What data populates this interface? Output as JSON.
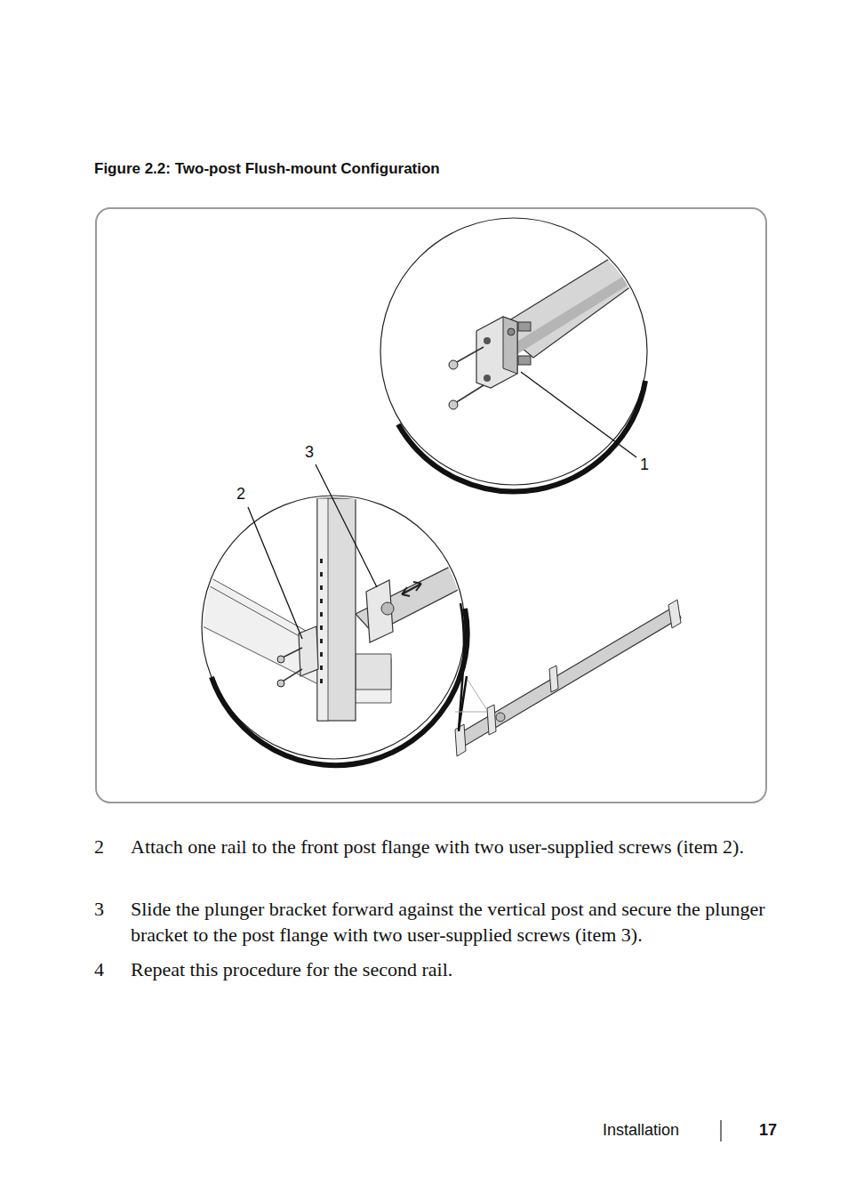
{
  "diagram": {
    "title": "Figure 2.2: Two-post Flush-mount Configuration",
    "labels": [
      "3",
      "1",
      "2",
      "2",
      "Attach one rail to the front post flange with two user-supplied screws (item 2).",
      "3",
      "Slide the plunger bracket forward against the vertical post and secure the plunger bracket to the post flange with two user-supplied screws (item 3).",
      "4",
      "Repeat this procedure for the second rail.",
      "Installation",
      "17"
    ]
  }
}
